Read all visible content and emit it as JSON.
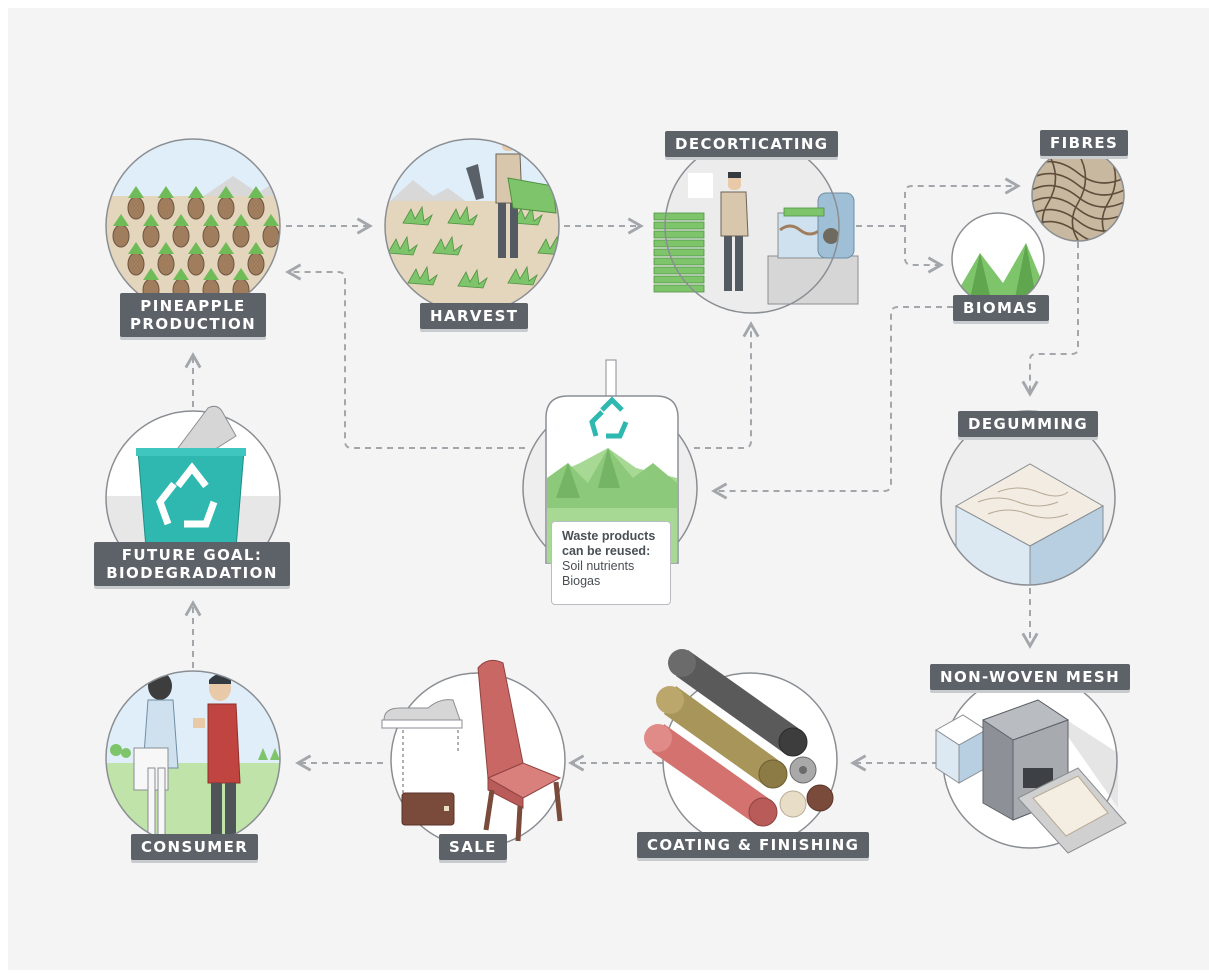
{
  "stages": {
    "pineapple_production": [
      "PINEAPPLE",
      "PRODUCTION"
    ],
    "harvest": "HARVEST",
    "decorticating": "DECORTICATING",
    "fibres": "FIBRES",
    "biomas": "BIOMAS",
    "degumming": "DEGUMMING",
    "non_woven_mesh": "NON-WOVEN MESH",
    "coating_finishing": "COATING & FINISHING",
    "sale": "SALE",
    "consumer": "CONSUMER",
    "future_goal": [
      "FUTURE GOAL:",
      "BIODEGRADATION"
    ]
  },
  "waste_note": {
    "title": [
      "Waste products",
      "can be reused:"
    ],
    "items": [
      "Soil nutrients",
      "Biogas"
    ]
  },
  "colors": {
    "label_bg": "#5d6269",
    "arrow": "#a3a7ab",
    "leaf_green": "#7ec46a",
    "teal": "#2fb8b0",
    "background": "#f4f4f4"
  },
  "icons": [
    "recycle-icon",
    "pineapple-icon",
    "person-icon",
    "machine-icon",
    "mountains-icon",
    "fibre-icon",
    "cube-icon",
    "press-icon",
    "roll-icon",
    "chair-icon",
    "shoe-icon",
    "bag-icon",
    "bin-icon"
  ]
}
